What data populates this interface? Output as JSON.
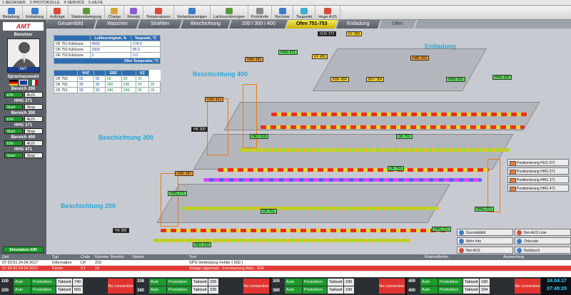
{
  "menubar": [
    "1 BEDIENER",
    "2 PROTOKOLLE",
    "4 SERVICE",
    "5 HILFE"
  ],
  "toolbar": [
    {
      "label": "Beladung",
      "icon": "truck-icon",
      "color": "#3b7bd0"
    },
    {
      "label": "Entladung",
      "icon": "unload-icon",
      "color": "#3b7bd0"
    },
    {
      "label": "Aufträge",
      "icon": "orders-icon",
      "color": "#d94b3b"
    },
    {
      "label": "Stationsbelegung",
      "icon": "station-icon",
      "color": "#5a9a3a"
    },
    {
      "label": "Charge",
      "icon": "batch-icon",
      "color": "#d9a53b"
    },
    {
      "label": "Rezept",
      "icon": "recipe-icon",
      "color": "#8a5ad0"
    },
    {
      "label": "Temperaturen",
      "icon": "thermometer-icon",
      "color": "#d94b3b"
    },
    {
      "label": "Verlaufsanzeigen",
      "icon": "trend-icon",
      "color": "#3b7bd0"
    },
    {
      "label": "Lackzuordnungen",
      "icon": "paint-icon",
      "color": "#5a9a3a"
    },
    {
      "label": "Protokolle",
      "icon": "log-icon",
      "color": "#888888"
    },
    {
      "label": "Rechner",
      "icon": "computer-icon",
      "color": "#3b7bd0"
    },
    {
      "label": "Taupunkt",
      "icon": "dewpoint-icon",
      "color": "#3bb0d0"
    },
    {
      "label": "Huge AUS",
      "icon": "power-icon",
      "color": "#d94b3b"
    }
  ],
  "left": {
    "brand": "AMT",
    "user_label": "Benutzer",
    "user_name": "AMT",
    "lang_label": "Sprachauswahl",
    "sections": [
      {
        "title": "Bereich 200",
        "a": "EIN",
        "b": "AUS"
      },
      {
        "title": "HHG 271",
        "a": "Start",
        "b": "Stop"
      },
      {
        "title": "Bereich 300",
        "a": "EIN",
        "b": "AUS"
      },
      {
        "title": "HHG 371",
        "a": "Start",
        "b": "Stop"
      },
      {
        "title": "Bereich 400",
        "a": "EIN",
        "b": "AUS"
      },
      {
        "title": "HHG 471",
        "a": "Start",
        "b": "Stop"
      }
    ],
    "simulation": "Simulation EIN"
  },
  "tabs": [
    "Gesamtbild",
    "Waschen",
    "Strahlen",
    "Beschichtung",
    "200 / 300 / 400",
    "Ofen 751-753",
    "Entladung",
    "Ofen"
  ],
  "active_tab": 5,
  "table1": {
    "headers": [
      "",
      "Luftfeuchtigkeit, %",
      "Taupunkt, °C"
    ],
    "rows": [
      [
        "OF 751 Kühlzone",
        "4690",
        "178.0"
      ],
      [
        "OF 752 Kühlzone",
        "3300",
        "85.0"
      ],
      [
        "OF 753 Kühlzone",
        "0",
        "0.0"
      ]
    ],
    "header2": "Ofen Temperatur, °C"
  },
  "table2": {
    "headers": [
      "",
      "VHZ",
      "",
      "EBZ",
      "",
      "KZ"
    ],
    "rows": [
      [
        "OF 753",
        "55",
        "55",
        "60",
        "25",
        "25"
      ],
      [
        "OF 752",
        "90",
        "92",
        "240",
        "245",
        "25",
        "26"
      ],
      [
        "OF 751",
        "90",
        "93",
        "240",
        "244",
        "25",
        "26"
      ]
    ]
  },
  "areas": {
    "b400": "Beschichtung 400",
    "b300": "Beschichtung 300",
    "b200": "Beschichtung 200",
    "entladung": "Entladung"
  },
  "stations": [
    "HUS 372",
    "KF 388",
    "KF 489",
    "HHG 471",
    "HAK 481",
    "RBF 484",
    "BFV 384",
    "HAK 363",
    "HHG 391",
    "HHG 392",
    "OF 752",
    "OF 753",
    "HAK 463",
    "HEV 318",
    "HR 300",
    "OF 751",
    "HAK 387",
    "HEV 218",
    "HHG 271",
    "HHG 272",
    "HHG 273",
    "HK 280"
  ],
  "legend": [
    "Positionierung HUS 372",
    "Positionierung HHG 271",
    "Positionierung HHG 371",
    "Positionierung HHG 471"
  ],
  "nav": [
    {
      "label": "Grundabbild",
      "color": "#3b7bd0"
    },
    {
      "label": "Not-AUS Liste",
      "color": "#d94b3b"
    },
    {
      "label": "Mehr Info",
      "color": "#3b7bd0"
    },
    {
      "label": "Ortscode",
      "color": "#3b7bd0"
    },
    {
      "label": "Not-AUS",
      "color": "#d94b3b"
    },
    {
      "label": "Notizbuch",
      "color": "#3b7bd0"
    }
  ],
  "alarms": {
    "headers": [
      "Zeit",
      "Typ",
      "Code",
      "Nummer",
      "Bereich",
      "Station",
      "Text",
      "Materialfehler",
      "Auswertung"
    ],
    "rows": [
      [
        "07:32:51 24.04.2017",
        "Information",
        "LR",
        "215",
        "",
        "",
        "SPS-Verbindung Fehler ( 560 )",
        "",
        ""
      ],
      [
        "07:32:42 24.04.2017",
        "Fehler",
        "ST",
        "10",
        "",
        "",
        "Anlage allgemein : Fernwartung Aktiv - EIN",
        "",
        ""
      ]
    ]
  },
  "status": [
    {
      "a": "100",
      "b": "200",
      "t1": "740",
      "t2": "500"
    },
    {
      "a": "208",
      "b": "280",
      "t1": "225",
      "t2": "225"
    },
    {
      "a": "300",
      "b": "380",
      "t1": "190",
      "t2": "190"
    },
    {
      "a": "400",
      "b": "400",
      "t1": "190",
      "t2": "194"
    }
  ],
  "status_labels": {
    "auto": "Auto",
    "prod": "Produktion",
    "takt": "Taktzeit",
    "unit": "[s]",
    "noc": "No connection"
  },
  "clock": {
    "date": "24.04.17",
    "time": "07:49:29"
  }
}
